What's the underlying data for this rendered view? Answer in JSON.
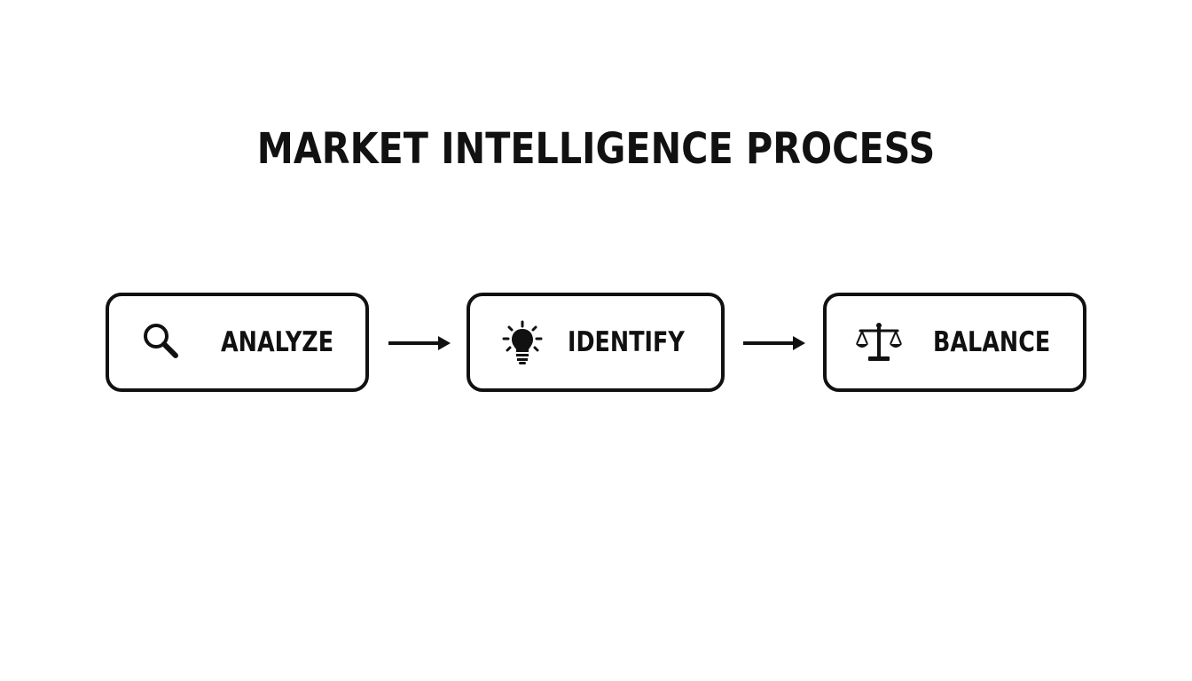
{
  "title": "MARKET INTELLIGENCE PROCESS",
  "steps": [
    {
      "label": "ANALYZE",
      "icon": "magnifying-glass-icon"
    },
    {
      "label": "IDENTIFY",
      "icon": "lightbulb-icon"
    },
    {
      "label": "BALANCE",
      "icon": "balance-scale-icon"
    }
  ],
  "colors": {
    "background": "#ffffff",
    "ink": "#111111"
  }
}
